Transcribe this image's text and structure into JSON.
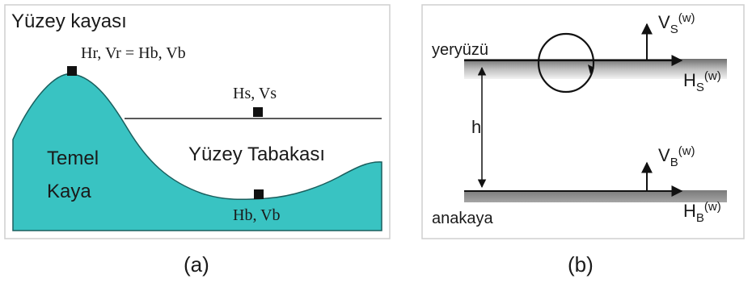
{
  "panel_a": {
    "title": "Yüzey kayası",
    "peak_label": "Hr, Vr = Hb, Vb",
    "surface_point_label": "Hs, Vs",
    "bedrock_label_line1": "Temel",
    "bedrock_label_line2": "Kaya",
    "layer_label": "Yüzey Tabakası",
    "bottom_point_label": "Hb, Vb",
    "caption": "(a)",
    "fill_color": "#39c3c2"
  },
  "panel_b": {
    "surface_label": "yeryüzü",
    "bedrock_label": "anakaya",
    "thickness_label": "h",
    "vs": {
      "main": "V",
      "sub": "S",
      "sup": "(w)"
    },
    "hs": {
      "main": "H",
      "sub": "S",
      "sup": "(w)"
    },
    "vb": {
      "main": "V",
      "sub": "B",
      "sup": "(w)"
    },
    "hb": {
      "main": "H",
      "sub": "B",
      "sup": "(w)"
    },
    "caption": "(b)"
  }
}
